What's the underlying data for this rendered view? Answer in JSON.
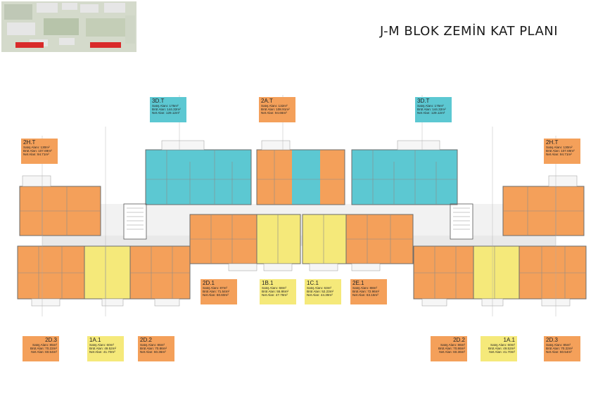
{
  "title": "J-M BLOK ZEMİN KAT PLANI",
  "colors": {
    "orange": "#f4a05a",
    "cyan": "#5cc8d2",
    "yellow": "#f5e97a",
    "wall": "#6b6b6b"
  },
  "labels": {
    "top_3dt_left": {
      "code": "3D.T",
      "s": "Satış Alanı: 175m²",
      "b": "Brüt Alan: 144.32m²",
      "n": "Net Alan: 129.12m²"
    },
    "top_2at": {
      "code": "2A.T",
      "s": "Satış Alanı: 132m²",
      "b": "Brüt Alan: 108.91m²",
      "n": "Net Alan: 94.66m²"
    },
    "top_3dt_right": {
      "code": "3D.T",
      "s": "Satış Alanı: 175m²",
      "b": "Brüt Alan: 144.32m²",
      "n": "Net Alan: 129.12m²"
    },
    "h2t_left": {
      "code": "2H.T",
      "s": "Satış Alanı: 130m²",
      "b": "Brüt Alan: 107.69m²",
      "n": "Net Alan: 94.71m²"
    },
    "h2t_right": {
      "code": "2H.T",
      "s": "Satış Alanı: 130m²",
      "b": "Brüt Alan: 107.69m²",
      "n": "Net Alan: 94.71m²"
    },
    "d21": {
      "code": "2D.1",
      "s": "Satış Alanı: 87m²",
      "b": "Brüt Alan: 71.54m²",
      "n": "Net Alan: 60.60m²"
    },
    "b11": {
      "code": "1B.1",
      "s": "Satış Alanı: 68m²",
      "b": "Brüt Alan: 55.86m²",
      "n": "Net Alan: 47.78m²"
    },
    "c11": {
      "code": "1C.1",
      "s": "Satış Alanı: 63m²",
      "b": "Brüt Alan: 52.23m²",
      "n": "Net Alan: 44.39m²"
    },
    "e21": {
      "code": "2E.1",
      "s": "Satış Alanı: 88m²",
      "b": "Brüt Alan: 72.96m²",
      "n": "Net Alan: 63.16m²"
    },
    "d23_left": {
      "code": "2D.3",
      "s": "Satış Alanı: 85m²",
      "b": "Brüt Alan: 70.22m²",
      "n": "Net Alan: 60.54m²"
    },
    "a11_left": {
      "code": "1A.1",
      "s": "Satış Alanı: 60m²",
      "b": "Brüt Alan: 49.52m²",
      "n": "Net Alan: 41.70m²"
    },
    "d22_left": {
      "code": "2D.2",
      "s": "Satış Alanı: 86m²",
      "b": "Brüt Alan: 70.86m²",
      "n": "Net Alan: 60.36m²"
    },
    "d22_right": {
      "code": "2D.2",
      "s": "Satış Alanı: 86m²",
      "b": "Brüt Alan: 70.86m²",
      "n": "Net Alan: 60.36m²"
    },
    "a11_right": {
      "code": "1A.1",
      "s": "Satış Alanı: 60m²",
      "b": "Brüt Alan: 49.52m²",
      "n": "Net Alan: 41.70m²"
    },
    "d23_right": {
      "code": "2D.3",
      "s": "Satış Alanı: 85m²",
      "b": "Brüt Alan: 70.22m²",
      "n": "Net Alan: 60.54m²"
    }
  }
}
